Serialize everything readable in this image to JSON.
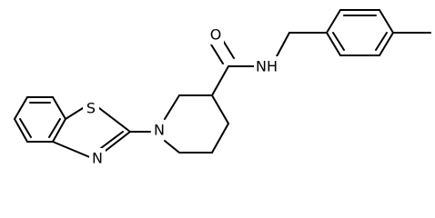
{
  "molecule": {
    "atom_labels": {
      "sulfur": "S",
      "benzothiazole_nitrogen": "N",
      "piperidine_nitrogen": "N",
      "oxygen": "O",
      "amide_nitrogen": "NH"
    },
    "bond_color": "#000000",
    "background_color": "#ffffff"
  }
}
